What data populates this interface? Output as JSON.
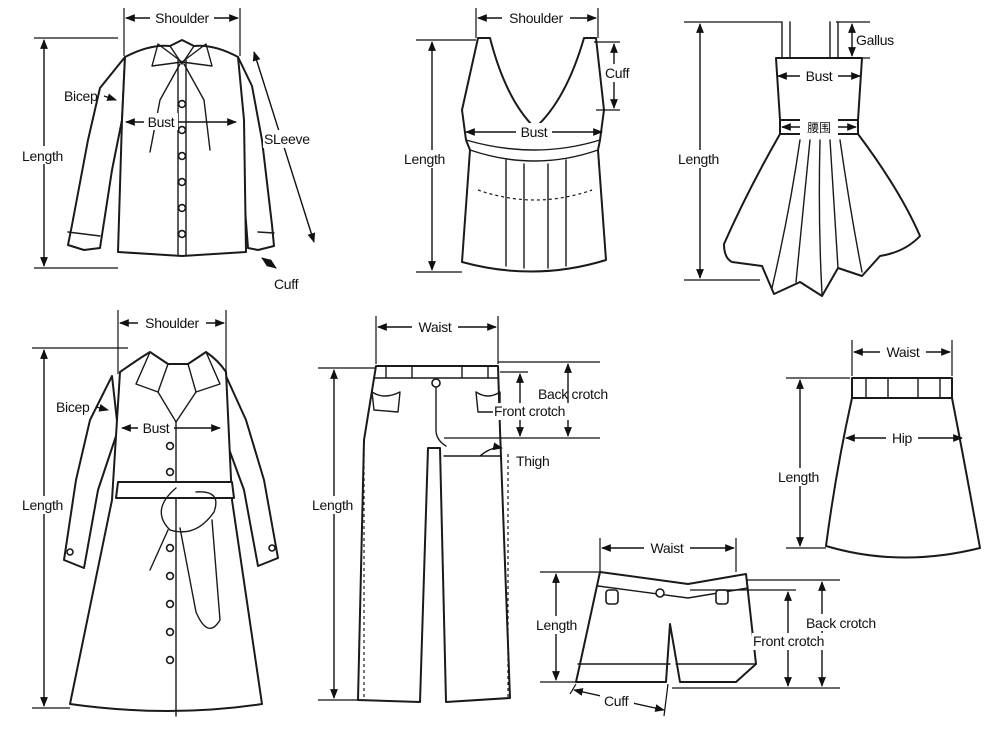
{
  "colors": {
    "line": "#1a1a1a",
    "background": "#ffffff"
  },
  "labels": {
    "shirt": {
      "shoulder": "Shoulder",
      "bicep": "Bicep",
      "bust": "Bust",
      "length": "Length",
      "sleeve": "SLeeve",
      "cuff": "Cuff"
    },
    "vest": {
      "shoulder": "Shoulder",
      "cuff": "Cuff",
      "bust": "Bust",
      "length": "Length"
    },
    "dress": {
      "gallus": "Gallus",
      "bust": "Bust",
      "waist": "腰围",
      "length": "Length"
    },
    "coat": {
      "shoulder": "Shoulder",
      "bicep": "Bicep",
      "bust": "Bust",
      "length": "Length"
    },
    "pants": {
      "waist": "Waist",
      "back_crotch": "Back crotch",
      "front_crotch": "Front crotch",
      "thigh": "Thigh",
      "length": "Length"
    },
    "skirt": {
      "waist": "Waist",
      "hip": "Hip",
      "length": "Length"
    },
    "shorts": {
      "waist": "Waist",
      "length": "Length",
      "back_crotch": "Back crotch",
      "front_crotch": "Front crotch",
      "cuff": "Cuff"
    }
  }
}
